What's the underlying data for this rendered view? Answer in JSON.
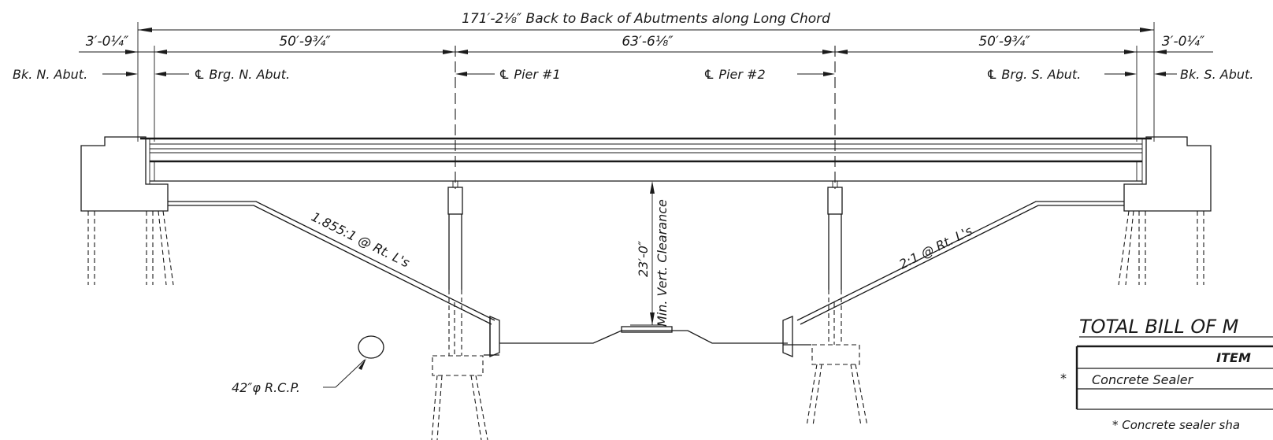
{
  "dimensions": {
    "overall": "171′-2⅛″ Back to Back of Abutments along Long Chord",
    "left_backwall": "3′-0¼″",
    "span1": "50′-9¾″",
    "span2": "63′-6⅛″",
    "span3": "50′-9¾″",
    "right_backwall": "3′-0¼″"
  },
  "reference_labels": {
    "bk_n_abut": "Bk. N. Abut.",
    "brg_n_abut": "℄ Brg. N. Abut.",
    "pier1": "℄ Pier #1",
    "pier2": "℄ Pier #2",
    "brg_s_abut": "℄ Brg. S. Abut.",
    "bk_s_abut": "Bk. S. Abut."
  },
  "annotations": {
    "left_slope": "1.855:1 @ Rt. L's",
    "right_slope": "2:1 @ Rt. L's",
    "clearance_value": "23′-0″",
    "clearance_text": "Min. Vert. Clearance",
    "pipe": "42″φ R.C.P."
  },
  "bill_of_materials": {
    "title": "TOTAL BILL OF M",
    "column_item": "ITEM",
    "row_marker": "*",
    "rows": [
      "Concrete Sealer"
    ],
    "footnote": "* Concrete sealer sha"
  }
}
